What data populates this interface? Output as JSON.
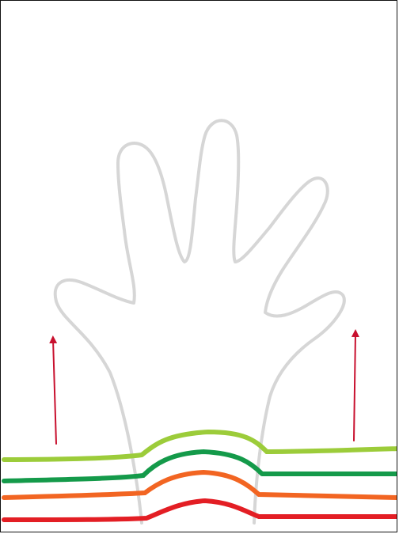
{
  "illustration": {
    "subject": "hand-raised-over-layered-strands",
    "colors": {
      "hand_outline": "#d6d6d6",
      "arrow": "#c8102e",
      "layer_1": "#9ccc3a",
      "layer_2": "#149a4a",
      "layer_3": "#f26522",
      "layer_4": "#e31e24",
      "frame_border": "#111111"
    },
    "arrows": [
      {
        "name": "left-up-arrow",
        "direction": "up"
      },
      {
        "name": "right-up-arrow",
        "direction": "up"
      }
    ],
    "layers": [
      {
        "name": "layer-lime"
      },
      {
        "name": "layer-green"
      },
      {
        "name": "layer-orange"
      },
      {
        "name": "layer-red"
      }
    ]
  }
}
